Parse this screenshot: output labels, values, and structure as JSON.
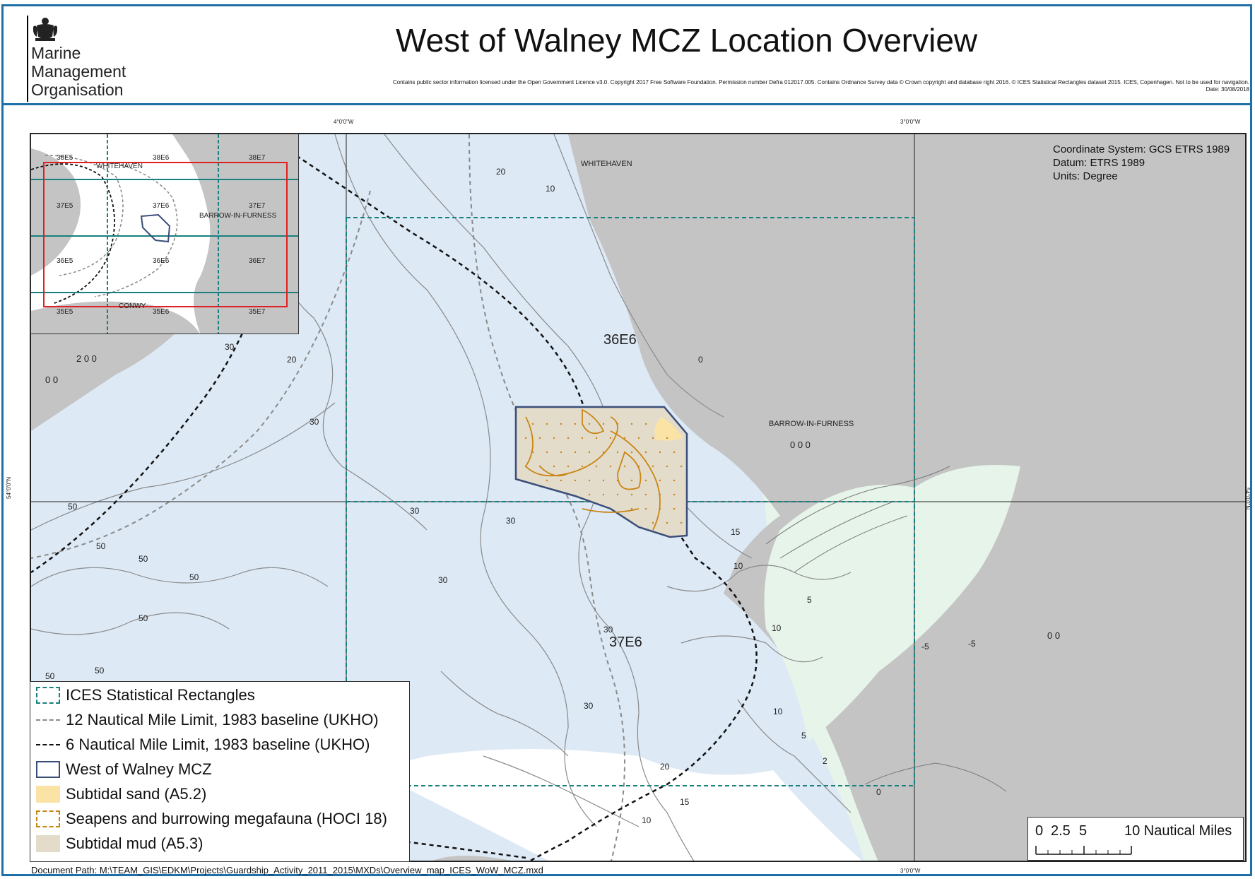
{
  "header": {
    "logo": {
      "crest_icon": "royal-coat-of-arms-icon",
      "lines": [
        "Marine",
        "Management",
        "Organisation"
      ]
    },
    "title": "West of Walney MCZ Location Overview",
    "copyright": "Contains public sector information licensed under the Open Government Licence v3.0. Copyright 2017 Free Software Foundation. Permission number Defra 012017.005. Contains Ordnance Survey data © Crown copyright and database right 2016. © ICES Statistical Rectangles dataset 2015. ICES, Copenhagen. Not to be used for navigation.",
    "date": "Date: 30/08/2018"
  },
  "graticule": {
    "top_left": "4°0'0\"W",
    "top_right": "3°0'0\"W",
    "bottom_right": "3°0'0\"W",
    "left": "54°0'0\"N",
    "right": "54°0'0\"N"
  },
  "coordinate_info": {
    "system": "Coordinate System: GCS ETRS 1989",
    "datum": "Datum: ETRS 1989",
    "units": "Units: Degree"
  },
  "places": {
    "whitehaven": "WHITEHAVEN",
    "barrow": "BARROW-IN-FURNESS"
  },
  "rectangles": {
    "upper": "36E6",
    "lower": "37E6"
  },
  "inset": {
    "labels": {
      "r38e5": "38E5",
      "r38e6": "38E6",
      "r38e7": "38E7",
      "r37e5": "37E5",
      "r37e6": "37E6",
      "r37e7": "37E7",
      "r36e5": "36E5",
      "r36e6": "36E6",
      "r36e7": "36E7",
      "r35e5": "35E5",
      "r35e6": "35E6",
      "r35e7": "35E7",
      "whitehaven": "WHITEHAVEN",
      "barrow": "BARROW-IN-FURNESS",
      "conwy": "CONWY"
    }
  },
  "depth_labels": {
    "d0": "0",
    "d2": "2",
    "d5": "5",
    "d10": "10",
    "d15": "15",
    "d20": "20",
    "d30": "30",
    "d50": "50",
    "d_5": "-5",
    "d00": "0 0",
    "d000": "0 0 0",
    "d200": "2 0 0"
  },
  "legend": {
    "items": [
      {
        "label": "ICES Statistical Rectangles",
        "swatch": "dashed-teal-box"
      },
      {
        "label": "12 Nautical Mile Limit, 1983 baseline (UKHO)",
        "swatch": "dashed-grey-line"
      },
      {
        "label": "6 Nautical Mile Limit, 1983 baseline (UKHO)",
        "swatch": "dashed-black-line"
      },
      {
        "label": "West of Walney MCZ",
        "swatch": "navy-outline-box"
      },
      {
        "label": "Subtidal sand (A5.2)",
        "swatch": "sand-fill"
      },
      {
        "label": "Seapens and burrowing megafauna (HOCI 18)",
        "swatch": "orange-dashed-box"
      },
      {
        "label": "Subtidal mud (A5.3)",
        "swatch": "mud-fill"
      }
    ]
  },
  "scalebar": {
    "ticks": [
      "0",
      "2.5",
      "5",
      "10 Nautical Miles"
    ]
  },
  "doc_path": "Document Path: M:\\TEAM_GIS\\EDKM\\Projects\\Guardship_Activity_2011_2015\\MXDs\\Overview_map_ICES_WoW_MCZ.mxd",
  "colors": {
    "frame": "#1f6fa8",
    "land": "#c4c4c4",
    "sea_deep": "#dde9f5",
    "sea_shallow": "#e7f4ea",
    "ices": "#1a7f7f",
    "mcz_outline": "#3b4e78",
    "mud": "#e3dccb",
    "sand": "#fbe3a6",
    "seapen": "#c98514"
  }
}
